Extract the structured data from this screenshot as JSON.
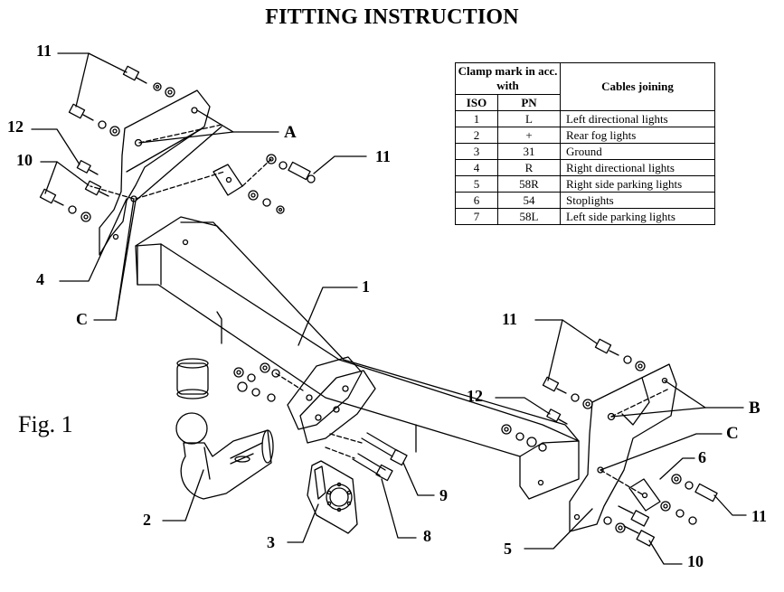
{
  "title": "FITTING INSTRUCTION",
  "figure_label": "Fig. 1",
  "callouts": {
    "c11_tl": "11",
    "c12_l": "12",
    "c10_l": "10",
    "cA": "A",
    "c11_m": "11",
    "c4": "4",
    "cC_l": "C",
    "c1": "1",
    "c11_r": "11",
    "c12_r": "12",
    "cB": "B",
    "cC_r": "C",
    "c6": "6",
    "c11_br": "11",
    "c10_br": "10",
    "c5": "5",
    "c2": "2",
    "c3": "3",
    "c8": "8",
    "c9": "9"
  },
  "table": {
    "header_clamp": "Clamp mark in acc. with",
    "header_cables": "Cables joining",
    "sub_iso": "ISO",
    "sub_pn": "PN",
    "rows": [
      {
        "iso": "1",
        "pn": "L",
        "cable": "Left directional lights"
      },
      {
        "iso": "2",
        "pn": "+",
        "cable": "Rear fog lights"
      },
      {
        "iso": "3",
        "pn": "31",
        "cable": "Ground"
      },
      {
        "iso": "4",
        "pn": "R",
        "cable": "Right directional lights"
      },
      {
        "iso": "5",
        "pn": "58R",
        "cable": "Right side parking lights"
      },
      {
        "iso": "6",
        "pn": "54",
        "cable": "Stoplights"
      },
      {
        "iso": "7",
        "pn": "58L",
        "cable": "Left side parking lights"
      }
    ]
  }
}
